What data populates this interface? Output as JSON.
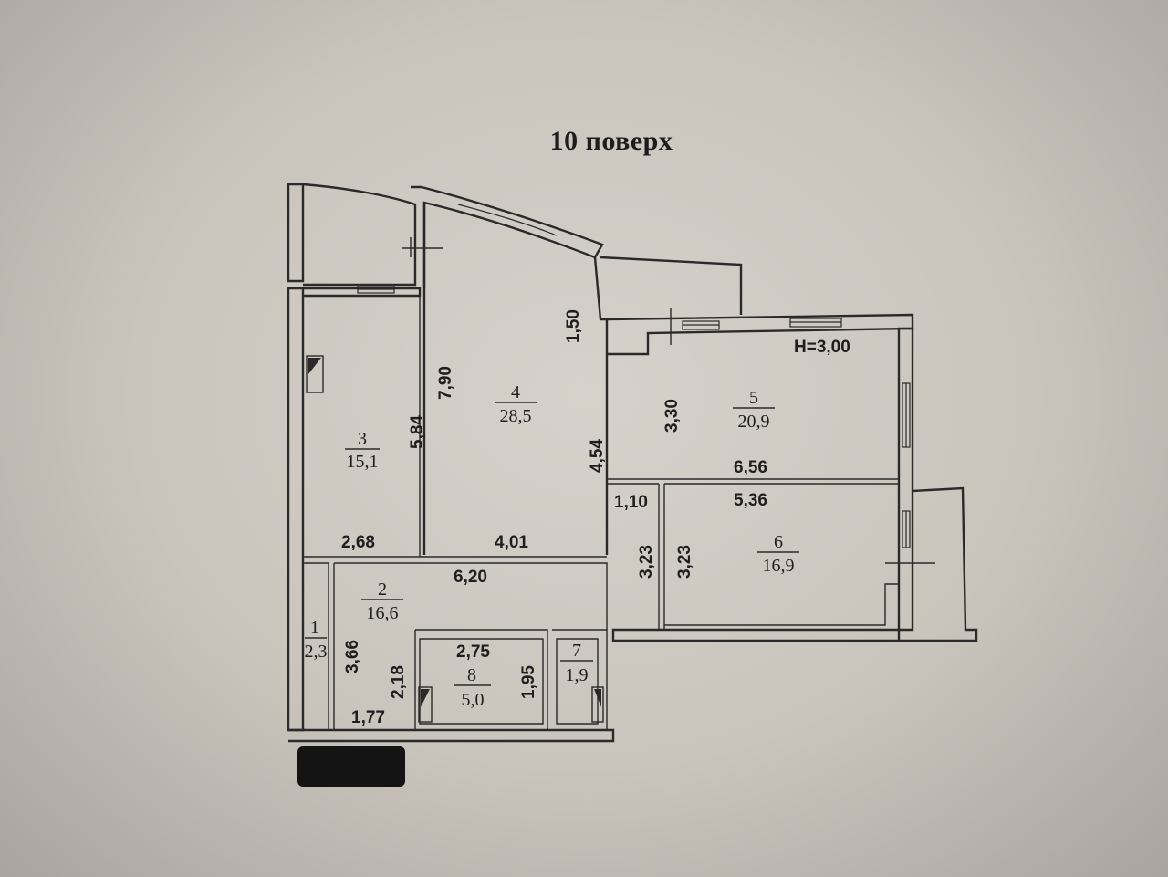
{
  "title": "10 поверх",
  "height_label": "H=3,00",
  "rooms": [
    {
      "id": "1",
      "number": "1",
      "area": "2,3"
    },
    {
      "id": "2",
      "number": "2",
      "area": "16,6"
    },
    {
      "id": "3",
      "number": "3",
      "area": "15,1"
    },
    {
      "id": "4",
      "number": "4",
      "area": "28,5"
    },
    {
      "id": "5",
      "number": "5",
      "area": "20,9"
    },
    {
      "id": "6",
      "number": "6",
      "area": "16,9"
    },
    {
      "id": "7",
      "number": "7",
      "area": "1,9"
    },
    {
      "id": "8",
      "number": "8",
      "area": "5,0"
    }
  ],
  "dimensions": {
    "d584": "5,84",
    "d790": "7,90",
    "d150": "1,50",
    "d454": "4,54",
    "d330": "3,30",
    "d656": "6,56",
    "d268": "2,68",
    "d401": "4,01",
    "d620": "6,20",
    "d110": "1,10",
    "d536": "5,36",
    "d323a": "3,23",
    "d323b": "3,23",
    "d366": "3,66",
    "d218": "2,18",
    "d275": "2,75",
    "d195": "1,95",
    "d177": "1,77"
  }
}
